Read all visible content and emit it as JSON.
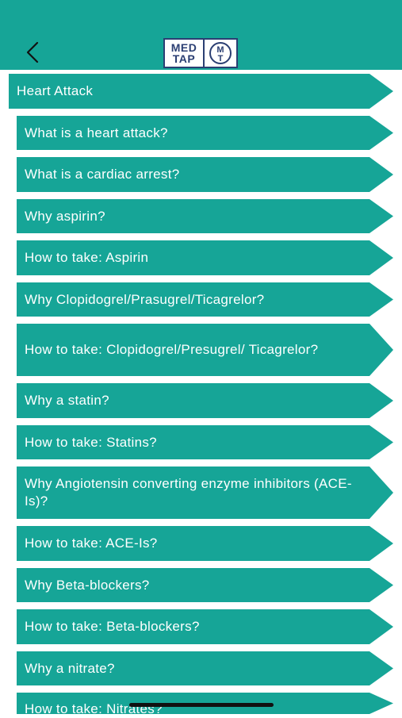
{
  "header": {
    "logo_top": "MED",
    "logo_bottom": "TAP",
    "logo_mark_letters": "MT",
    "colors": {
      "teal": "#16a597",
      "navy": "#2b3f73"
    },
    "back_icon": "chevron-left-icon"
  },
  "section": {
    "title": "Heart Attack"
  },
  "items": [
    "What is a heart attack?",
    "What is a cardiac arrest?",
    "Why aspirin?",
    "How to take: Aspirin",
    "Why Clopidogrel/Prasugrel/Ticagrelor?",
    "How to take: Clopidogrel/Presugrel/ Ticagrelor?",
    "Why a statin?",
    "How to take: Statins?",
    "Why Angiotensin converting enzyme inhibitors (ACE-Is)?",
    "How to take: ACE-Is?",
    "Why Beta-blockers?",
    "How to take: Beta-blockers?",
    "Why a nitrate?",
    "How to take: Nitrates?"
  ]
}
